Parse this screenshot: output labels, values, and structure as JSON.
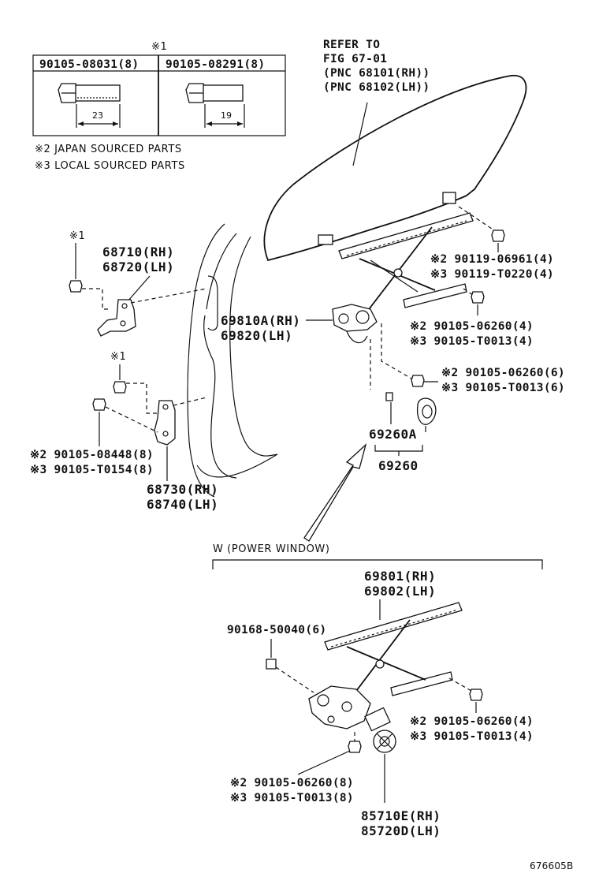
{
  "bolt_table": {
    "header_mark": "※1",
    "left_part": "90105-08031(8)",
    "right_part": "90105-08291(8)",
    "left_dim": "23",
    "right_dim": "19"
  },
  "notes": {
    "japan": "※2 JAPAN SOURCED PARTS",
    "local": "※3 LOCAL SOURCED PARTS"
  },
  "refer": {
    "line1": "REFER TO",
    "line2": "FIG 67-01",
    "line3": "(PNC 68101(RH))",
    "line4": "(PNC 68102(LH))"
  },
  "hinges": {
    "mark_upper": "※1",
    "mark_lower": "※1",
    "upper_rh": "68710(RH)",
    "upper_lh": "68720(LH)",
    "lower_rh": "68730(RH)",
    "lower_lh": "68740(LH)",
    "bolt_j": "※2 90105-08448(8)",
    "bolt_l": "※3 90105-T0154(8)"
  },
  "regulator": {
    "rh": "69810A(RH)",
    "lh": "69820(LH)",
    "bolt1_j": "※2 90119-06961(4)",
    "bolt1_l": "※3 90119-T0220(4)",
    "bolt2_j": "※2 90105-06260(4)",
    "bolt2_l": "※3 90105-T0013(4)",
    "bolt3_j": "※2 90105-06260(6)",
    "bolt3_l": "※3 90105-T0013(6)",
    "handle_a": "69260A",
    "handle": "69260"
  },
  "power_window": {
    "title": "W (POWER WINDOW)",
    "reg_rh": "69801(RH)",
    "reg_lh": "69802(LH)",
    "screw": "90168-50040(6)",
    "bolt_r_j": "※2 90105-06260(4)",
    "bolt_r_l": "※3 90105-T0013(4)",
    "bolt_b_j": "※2 90105-06260(8)",
    "bolt_b_l": "※3 90105-T0013(8)",
    "motor_rh": "85710E(RH)",
    "motor_lh": "85720D(LH)"
  },
  "figure_id": "676605B"
}
